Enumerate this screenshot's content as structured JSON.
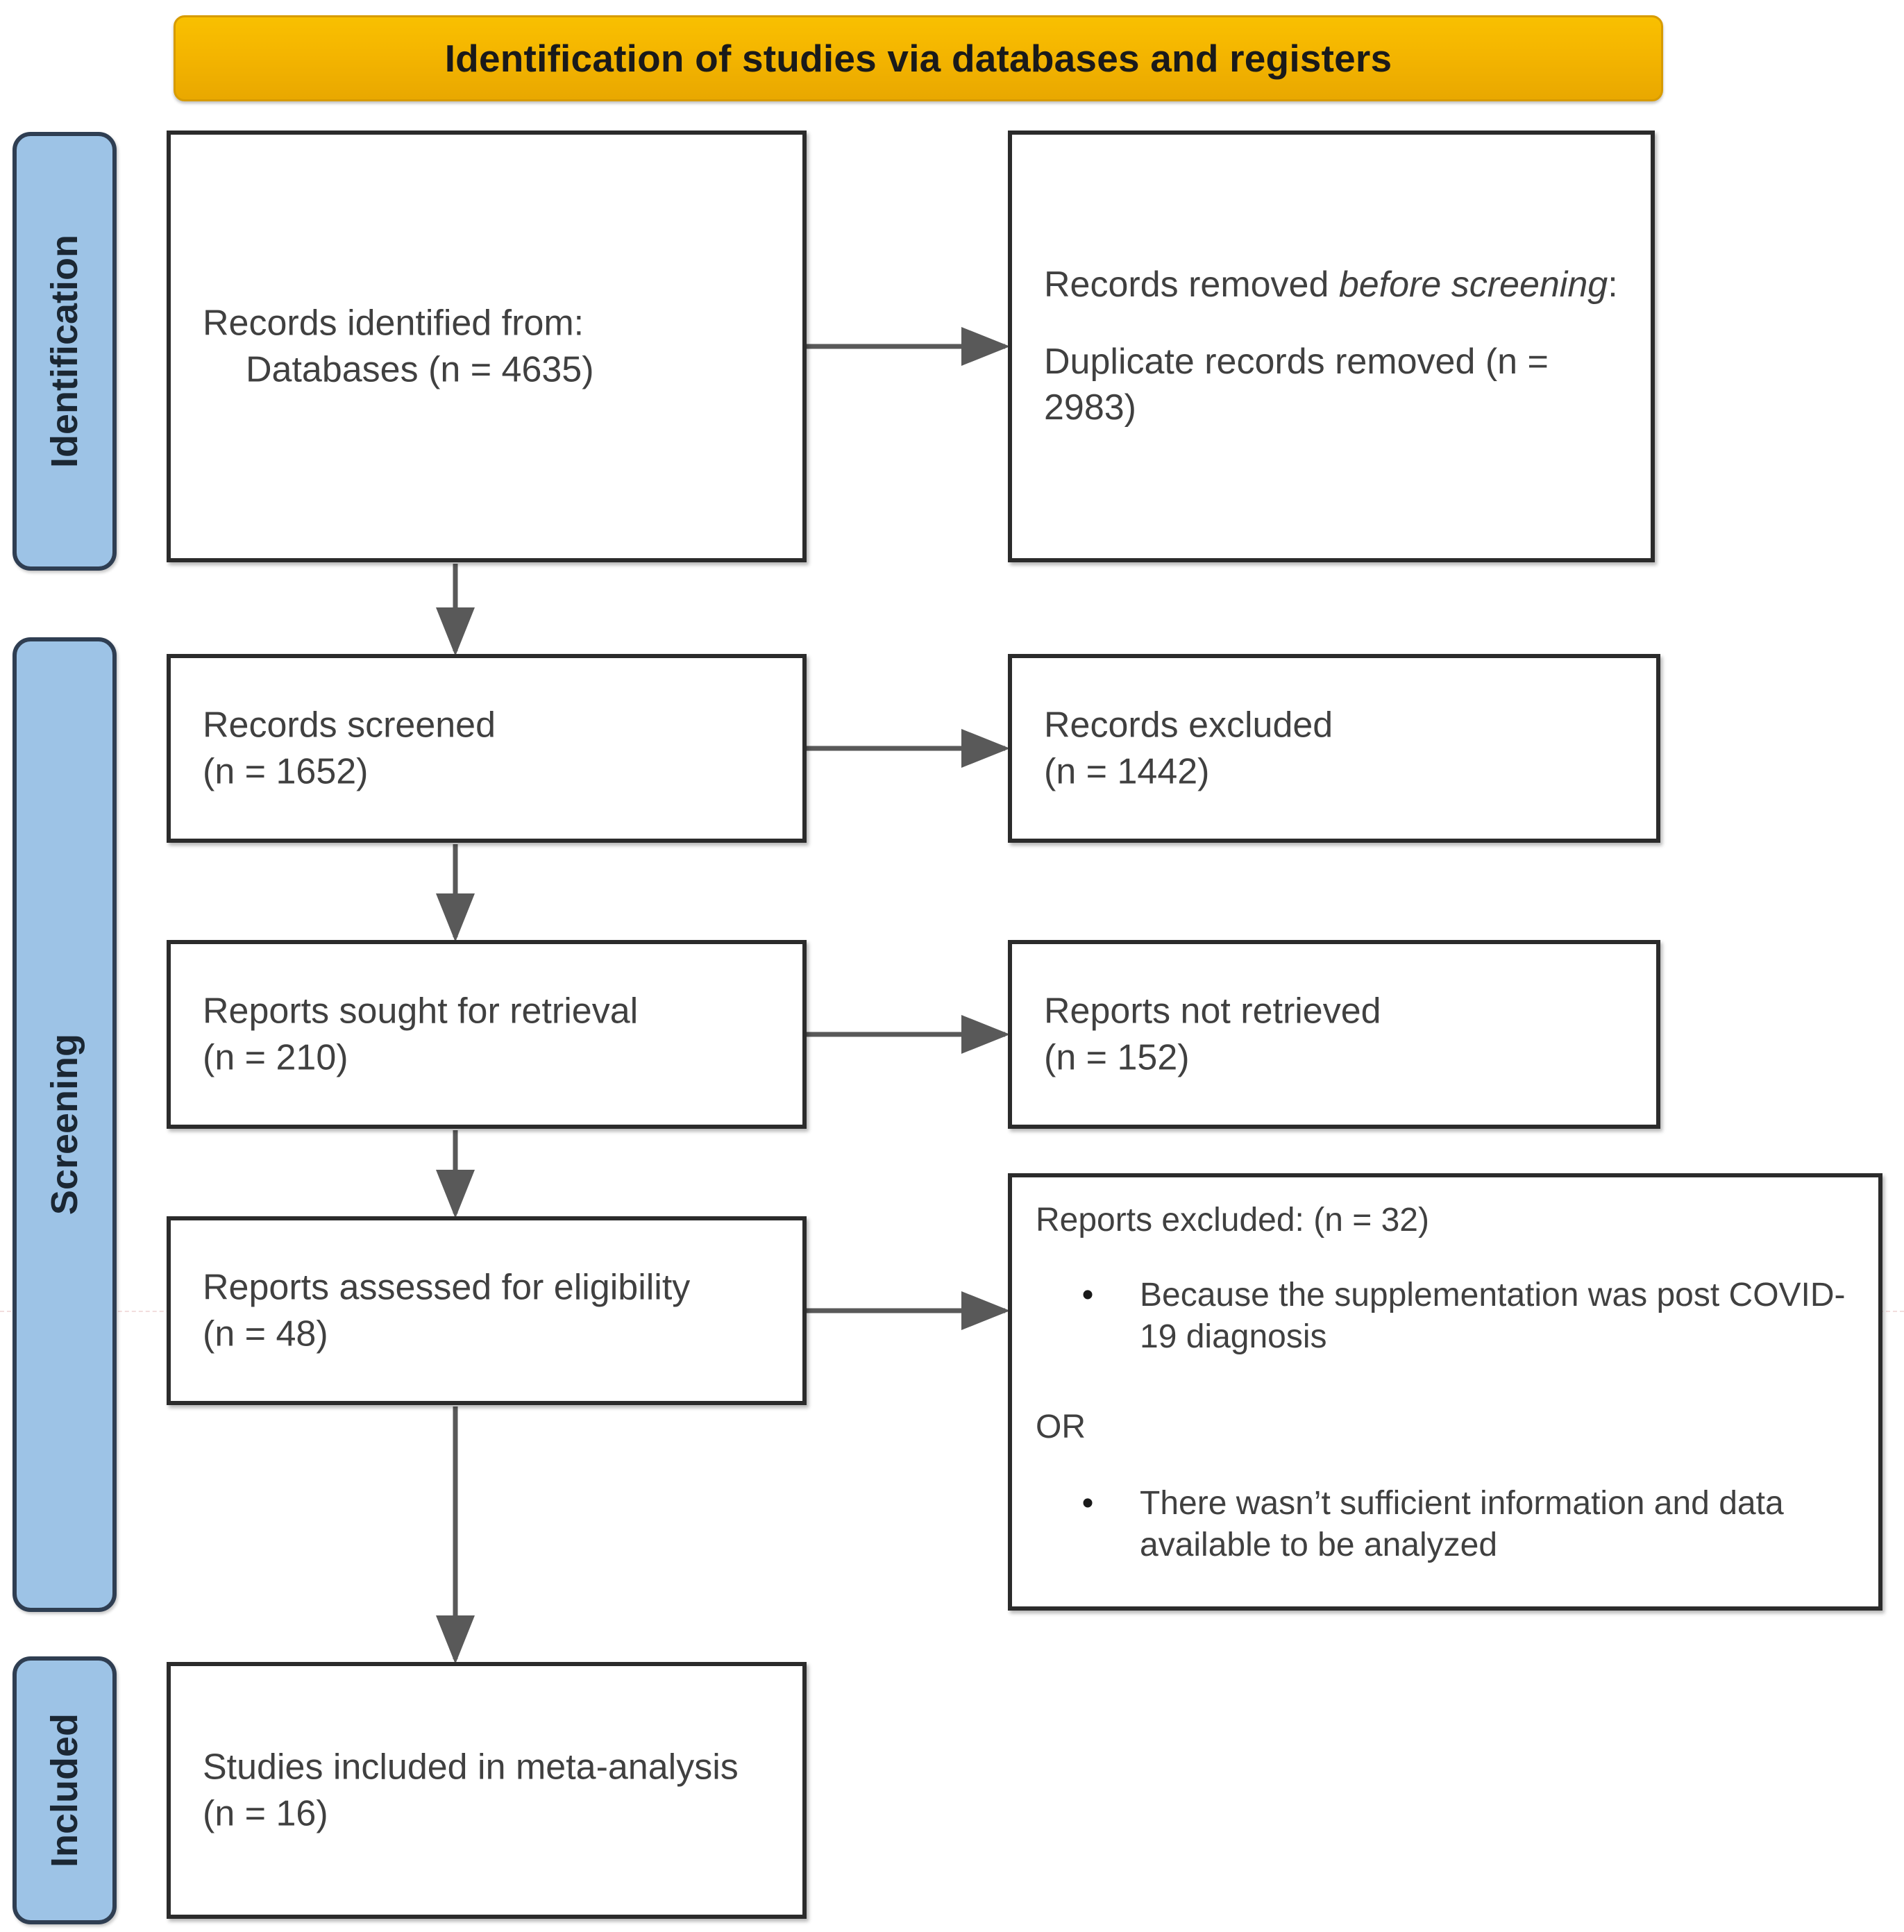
{
  "banner": {
    "title": "Identification of studies via databases and registers",
    "color": "#F4B500"
  },
  "stages": [
    {
      "id": "identification",
      "label": "Identification"
    },
    {
      "id": "screening",
      "label": "Screening"
    },
    {
      "id": "included",
      "label": "Included"
    }
  ],
  "boxes": {
    "identified": {
      "line1": "Records identified from:",
      "line2": "Databases (n = 4635)",
      "count": 4635
    },
    "removed": {
      "line1_a": "Records removed ",
      "line1_b": "before screening",
      "line1_c": ":",
      "line2": "Duplicate records removed (n = 2983)",
      "count": 2983
    },
    "screened": {
      "line1": "Records screened",
      "line2": "(n = 1652)",
      "count": 1652
    },
    "records_excluded": {
      "line1": "Records excluded",
      "line2": "(n = 1442)",
      "count": 1442
    },
    "sought": {
      "line1": "Reports sought for retrieval",
      "line2": "(n = 210)",
      "count": 210
    },
    "not_retrieved": {
      "line1": "Reports not retrieved",
      "line2": "(n = 152)",
      "count": 152
    },
    "assessed": {
      "line1": "Reports assessed for eligibility",
      "line2": "(n = 48)",
      "count": 48
    },
    "reports_excluded": {
      "heading": "Reports excluded: (n = 32)",
      "count": 32,
      "bullet_glyph": "•",
      "reasons_1": [
        "Because the supplementation was post COVID-19 diagnosis"
      ],
      "connector": "OR",
      "reasons_2": [
        "There wasn’t sufficient information and data available to be analyzed"
      ]
    },
    "included": {
      "line1": "Studies included in meta-analysis",
      "line2": "(n = 16)",
      "count": 16
    }
  },
  "colors": {
    "banner_fill": "#F4B500",
    "stage_fill": "#9DC3E6",
    "stage_border": "#2F3E52",
    "box_border": "#2b2b2b",
    "text": "#404040",
    "arrow": "#595959"
  }
}
